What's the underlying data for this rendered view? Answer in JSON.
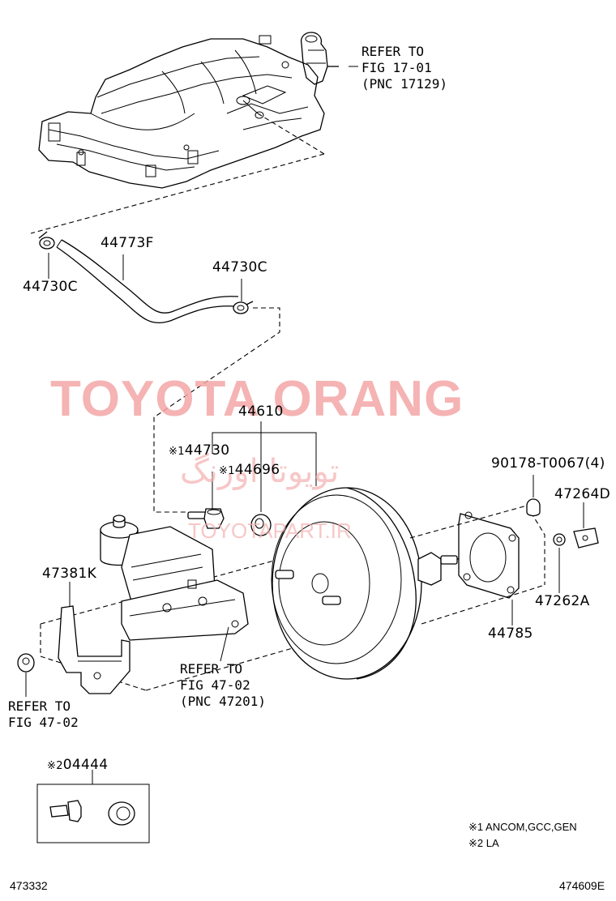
{
  "watermark": {
    "brand": "TOYOTA ORANG",
    "persian": "تویوتا اورنگ",
    "url": "TOYOTAPART.IR"
  },
  "labels": {
    "p44773F": "44773F",
    "p44730C_left": "44730C",
    "p44730C_right": "44730C",
    "p44610": "44610",
    "p44730": "44730",
    "p44696": "44696",
    "p90178": "90178-T0067(4)",
    "p47264D": "47264D",
    "p47381K": "47381K",
    "p47262A": "47262A",
    "p44785": "44785",
    "p04444": "04444"
  },
  "marks": {
    "m44730": "※1",
    "m44696": "※1",
    "m04444": "※2"
  },
  "refs": {
    "fig1701": [
      "REFER TO",
      "FIG 17-01",
      "(PNC 17129)"
    ],
    "fig4702_mid": [
      "REFER TO",
      "FIG 47-02",
      "(PNC 47201)"
    ],
    "fig4702_left": [
      "REFER TO",
      "FIG 47-02"
    ]
  },
  "notes": {
    "n1": "※1 ANCOM,GCC,GEN",
    "n2": "※2 LA"
  },
  "footer": {
    "left": "473332",
    "right": "474609E"
  }
}
